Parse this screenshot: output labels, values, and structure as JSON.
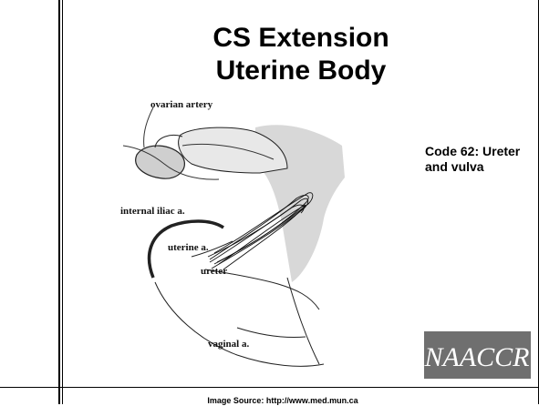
{
  "slide": {
    "title_line1": "CS Extension",
    "title_line2": "Uterine Body",
    "code_note": "Code 62: Ureter and vulva",
    "source": "Image Source: http://www.med.mun.ca"
  },
  "diagram": {
    "labels": {
      "ovarian_artery": "ovarian artery",
      "internal_iliac": "internal iliac a.",
      "uterine": "uterine a.",
      "ureter": "ureter",
      "vaginal": "vaginal a."
    }
  },
  "logo": {
    "text": "NAACCR",
    "color": "#6f6f6f"
  }
}
